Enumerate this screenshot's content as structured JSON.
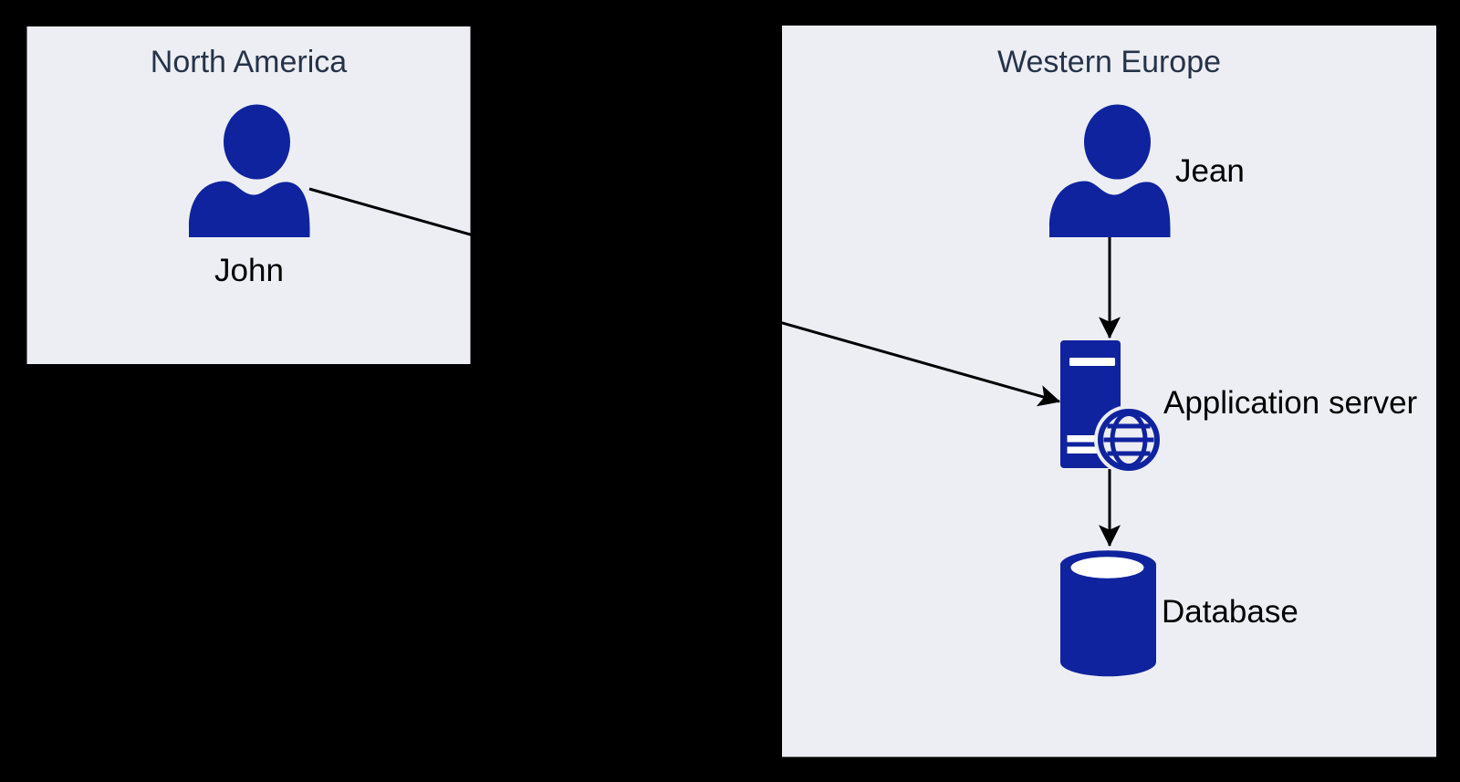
{
  "regions": {
    "north_america": {
      "title": "North America"
    },
    "western_europe": {
      "title": "Western Europe"
    }
  },
  "nodes": {
    "john": {
      "label": "John",
      "type": "user",
      "icon": "user-icon",
      "region": "North America"
    },
    "jean": {
      "label": "Jean",
      "type": "user",
      "icon": "user-icon",
      "region": "Western Europe"
    },
    "app_server": {
      "label": "Application server",
      "type": "server",
      "icon": "server-globe-icon",
      "region": "Western Europe"
    },
    "database": {
      "label": "Database",
      "type": "database",
      "icon": "database-cylinder-icon",
      "region": "Western Europe"
    }
  },
  "edges": [
    {
      "from": "John",
      "to": "Application server",
      "style": "solid-arrow"
    },
    {
      "from": "Jean",
      "to": "Application server",
      "style": "solid-arrow"
    },
    {
      "from": "Application server",
      "to": "Database",
      "style": "solid-arrow"
    }
  ],
  "colors": {
    "background": "#000000",
    "region_fill": "#EDEEF3",
    "node_blue": "#10239E",
    "region_title_text": "#253349",
    "label_text": "#000000",
    "connector": "#000000",
    "icon_detail": "#FFFFFF"
  }
}
